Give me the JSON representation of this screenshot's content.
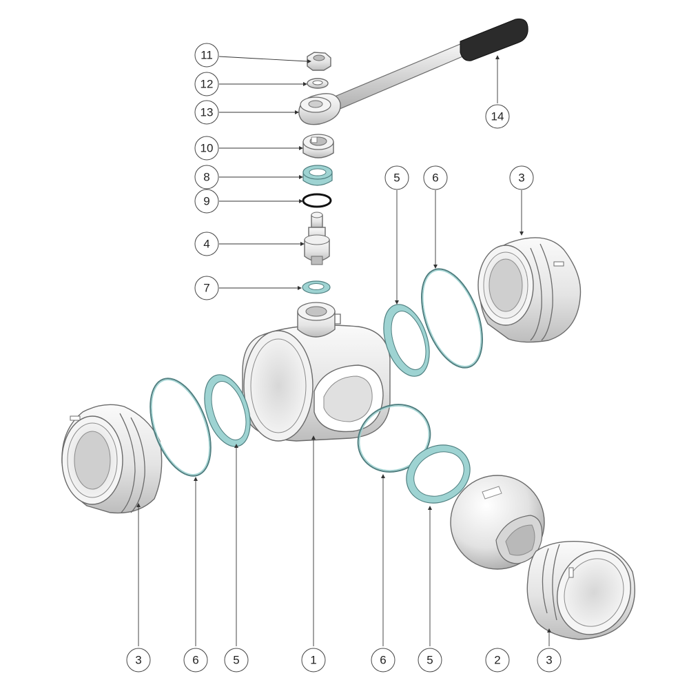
{
  "diagram": {
    "callouts": [
      {
        "id": "c11",
        "label": "11"
      },
      {
        "id": "c12",
        "label": "12"
      },
      {
        "id": "c13",
        "label": "13"
      },
      {
        "id": "c14",
        "label": "14"
      },
      {
        "id": "c10",
        "label": "10"
      },
      {
        "id": "c8",
        "label": "8"
      },
      {
        "id": "c9",
        "label": "9"
      },
      {
        "id": "c4",
        "label": "4"
      },
      {
        "id": "c7",
        "label": "7"
      },
      {
        "id": "c5top",
        "label": "5"
      },
      {
        "id": "c6top",
        "label": "6"
      },
      {
        "id": "c3top",
        "label": "3"
      },
      {
        "id": "c3left",
        "label": "3"
      },
      {
        "id": "c6left",
        "label": "6"
      },
      {
        "id": "c5left",
        "label": "5"
      },
      {
        "id": "c1",
        "label": "1"
      },
      {
        "id": "c6right",
        "label": "6"
      },
      {
        "id": "c5right",
        "label": "5"
      },
      {
        "id": "c2",
        "label": "2"
      },
      {
        "id": "c3right",
        "label": "3"
      }
    ],
    "colors": {
      "metal": "#e6e6e6",
      "metal_shadow": "#b8b8b8",
      "seal_teal": "#9ed3d2",
      "handle_grip": "#2b2b2b",
      "line": "#333333"
    }
  }
}
